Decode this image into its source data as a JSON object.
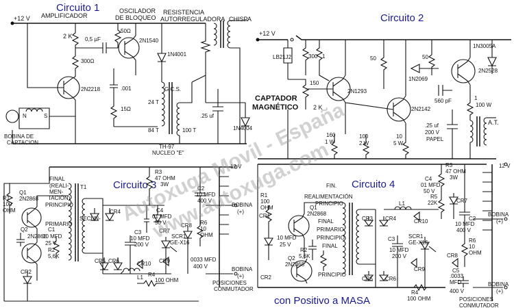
{
  "titles": {
    "c1": "Circuito 1",
    "c2": "Circuito 2",
    "c3": "Circuito 3",
    "c4": "Circuito 4",
    "footer": "con Positivo a MASA"
  },
  "watermark": {
    "line1": "Autoxuga Movil - España",
    "line2": "www.autoxuga.com",
    "color": "#9a9a9a"
  },
  "circuit1": {
    "supply": "+12 V",
    "amplificador": "AMPLIFICADOR",
    "oscilador_1": "OSCILADOR",
    "oscilador_2": "DE BLOQUEO",
    "resistencia_1": "RESISTENCIA",
    "resistencia_2": "AUTORREGULADORA",
    "chispa": "CHISPA",
    "r_2k": "2 K",
    "c_05": "0,5 µF",
    "r_50": "50Ω",
    "q_2n1540": "2N1540",
    "r_300": "300Ω",
    "d_1n4001": "1N4001",
    "q_2n2218": "2N2218",
    "c_001": ".001",
    "r_15": "15Ω",
    "gcs": "G.C.S.",
    "t_24": "24 T",
    "t_84": "84 T",
    "t_100": "100 T",
    "c_25uf": ".25 uf",
    "d_1n4004": "1N4004",
    "core_1": "TH-97",
    "core_2": "NUCLEO \"E\"",
    "bobina_1": "BOBINA DE",
    "bobina_2": "CAPTACION",
    "n_label": "N",
    "s_label": "S"
  },
  "circuit2": {
    "supply": "+12 V",
    "captador_1": "CAPTADOR",
    "captador_2": "MAGNÉTICO",
    "lb": "LB21J2",
    "r_300": "300",
    "r_1": "1",
    "r_50": "50",
    "r_150": "150",
    "q_2n1293": "2N1293",
    "r_2k": "2 K",
    "d_1n2069": "1N2069",
    "q_2n2142": "2N2142",
    "r_50b": "50",
    "c_560": "560 pF",
    "d_1n3005": "1N3005A",
    "q_2n2528": "2N2528",
    "r_160": "160",
    "r_1w": "1 W",
    "r_100": "100",
    "r_2w": "2 W",
    "r_10": "10",
    "r_5w": "5 W",
    "c_25uf": ".25 uf",
    "v_200": "200 V",
    "papel": "PAPEL",
    "r_1b": "1",
    "r_100w": "100 W",
    "at": "A.T."
  },
  "circuit3": {
    "supply": "12 V",
    "final_1": "FINAL",
    "final_2": "(REALI-",
    "final_3": "MEN-",
    "final_4": "TACIÓN)",
    "principio": "PRINCIPIO",
    "t1": "T1",
    "primario": "PRIMARIO",
    "secundario": "SECUN-",
    "r1": "R1",
    "r1_v": "100",
    "r1_u": "OHM",
    "q1": "Q1",
    "q1_t": "2N2868",
    "q2": "Q2",
    "q2_t": "2N2868",
    "c1": "C1",
    "c1_v": "10 MFD",
    "c1_u": "25 V",
    "r2": "R2",
    "r2_v": "5,6K",
    "cr2": "CR2",
    "r3": "R3",
    "r3_v": "47 OHM",
    "r3_w": "3W",
    "cr4": "CR4",
    "c4": "C4",
    "c4_v": "01 MFD",
    "c4_u": "50 V",
    "c2": "C2",
    "c2_v": "10 MFD",
    "c2_u": "400 V",
    "cr5": "CR5",
    "cr6": "CR6",
    "c3": "C3",
    "c3_v": "10 MFD",
    "c3_u": "200 V",
    "cr7": "CR7",
    "scr1": "SCR1",
    "scr1_t": "GE-X16",
    "cr8": "CR8",
    "r6": "R6",
    "r6_v": "10",
    "r6_u": "OHM",
    "cr9": "CR9",
    "cr10": "CR10",
    "l1": "L1",
    "r4": "R4",
    "r4_v": "100 OHM",
    "c5_v": "0033 MFD",
    "c5_u": "400 V",
    "bobina": "BOBINA",
    "plus": "(+)",
    "pos_1": "POSICIONES",
    "pos_2": "CONMUTADOR"
  },
  "circuit4": {
    "supply": "12 V",
    "fin": "FIN.",
    "realim": "REALIMENTACIÓN",
    "principio": "PRINCIPIO",
    "r1": "R1",
    "r1_v": "100",
    "r1_u": "OHM",
    "cr1": "CR1",
    "q1": "Q1",
    "q1_t": "2N2868",
    "final": "FINAL",
    "primario": "PRIMARIO",
    "principio_b": "PRINCIPIO",
    "final_b": "FINAL",
    "c1_v": "10 MFD",
    "c1_u": "25 V",
    "r2": "R2",
    "r2_v": "5,6K",
    "q2": "Q2",
    "q2_t": "2N2868",
    "cr2": "CR2",
    "principio_c": "PRINCIPIO",
    "cr3": "CR3",
    "cr4": "CR4",
    "l1": "L1",
    "cr10": "CR10",
    "cr5": "CR5",
    "cr6": "CR6",
    "c3": "C3",
    "c3_v": "10 MFD",
    "c3_u": "200 V",
    "scr": "SCR1",
    "scr_t": "GE-X16",
    "r3": "R3",
    "r3_v": "47 OHM",
    "r3_w": "3W",
    "c4": "C4",
    "c4_v": "01 MFD",
    "c4_u": "50 V",
    "r5": "R5",
    "r5_v": "22K",
    "cr7": "CR7",
    "c2": "C2",
    "c2_v": "10 MFD",
    "c2_u": "400 V",
    "r6": "R6",
    "r6_v": "10",
    "r6_u": "OHM",
    "cr9": "CR9",
    "cr8": "CR8",
    "c5": "C5",
    "c5_v": ".0033",
    "c5_u": "MFD",
    "c5_w": "400 V",
    "r4": "R4",
    "r4_v": "100 OHM",
    "bobina": "BOBINA",
    "plus": "(+)",
    "pos_1": "POSICIONES",
    "pos_2": "CONMUTADOR"
  }
}
